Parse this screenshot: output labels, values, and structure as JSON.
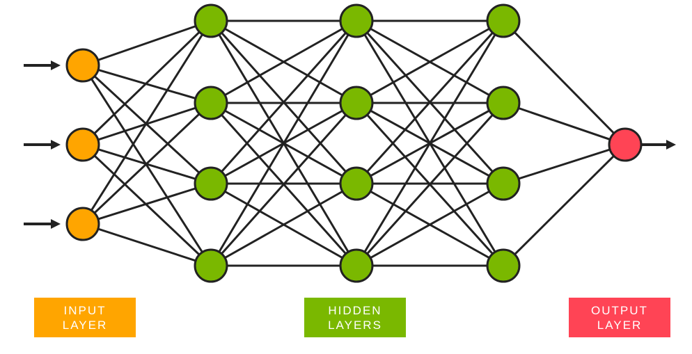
{
  "diagram": {
    "type": "neural-network",
    "layers": [
      {
        "role": "input",
        "nodes": 3
      },
      {
        "role": "hidden",
        "nodes": 4
      },
      {
        "role": "hidden",
        "nodes": 4
      },
      {
        "role": "hidden",
        "nodes": 4
      },
      {
        "role": "output",
        "nodes": 1
      }
    ],
    "connectivity": "fully-connected",
    "input_arrows": 3,
    "output_arrows": 1
  },
  "legend": {
    "input": {
      "line1": "INPUT",
      "line2": "LAYER"
    },
    "hidden": {
      "line1": "HIDDEN",
      "line2": "LAYERS"
    },
    "output": {
      "line1": "OUTPUT",
      "line2": "LAYER"
    }
  },
  "colors": {
    "input": "#FFA500",
    "hidden": "#7AB800",
    "output": "#FF4455",
    "edge": "#222222",
    "label_text": "#ffffff"
  }
}
